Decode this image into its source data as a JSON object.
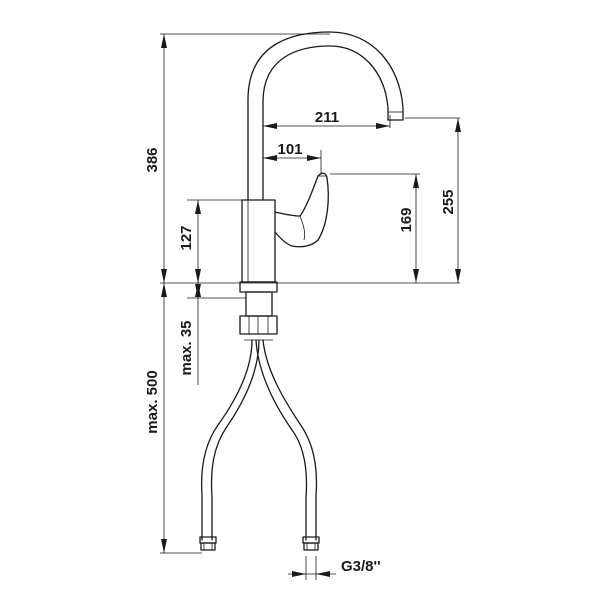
{
  "dimensions": {
    "total_height": "386",
    "spout_reach": "211",
    "lever_reach": "101",
    "lever_height": "169",
    "spout_outlet_height": "255",
    "body_height": "127",
    "max_mount_thickness": "max. 35",
    "max_hose_length": "max. 500",
    "connection_thread": "G3/8''"
  },
  "colors": {
    "line": "#1a1a1a",
    "background": "#ffffff"
  }
}
